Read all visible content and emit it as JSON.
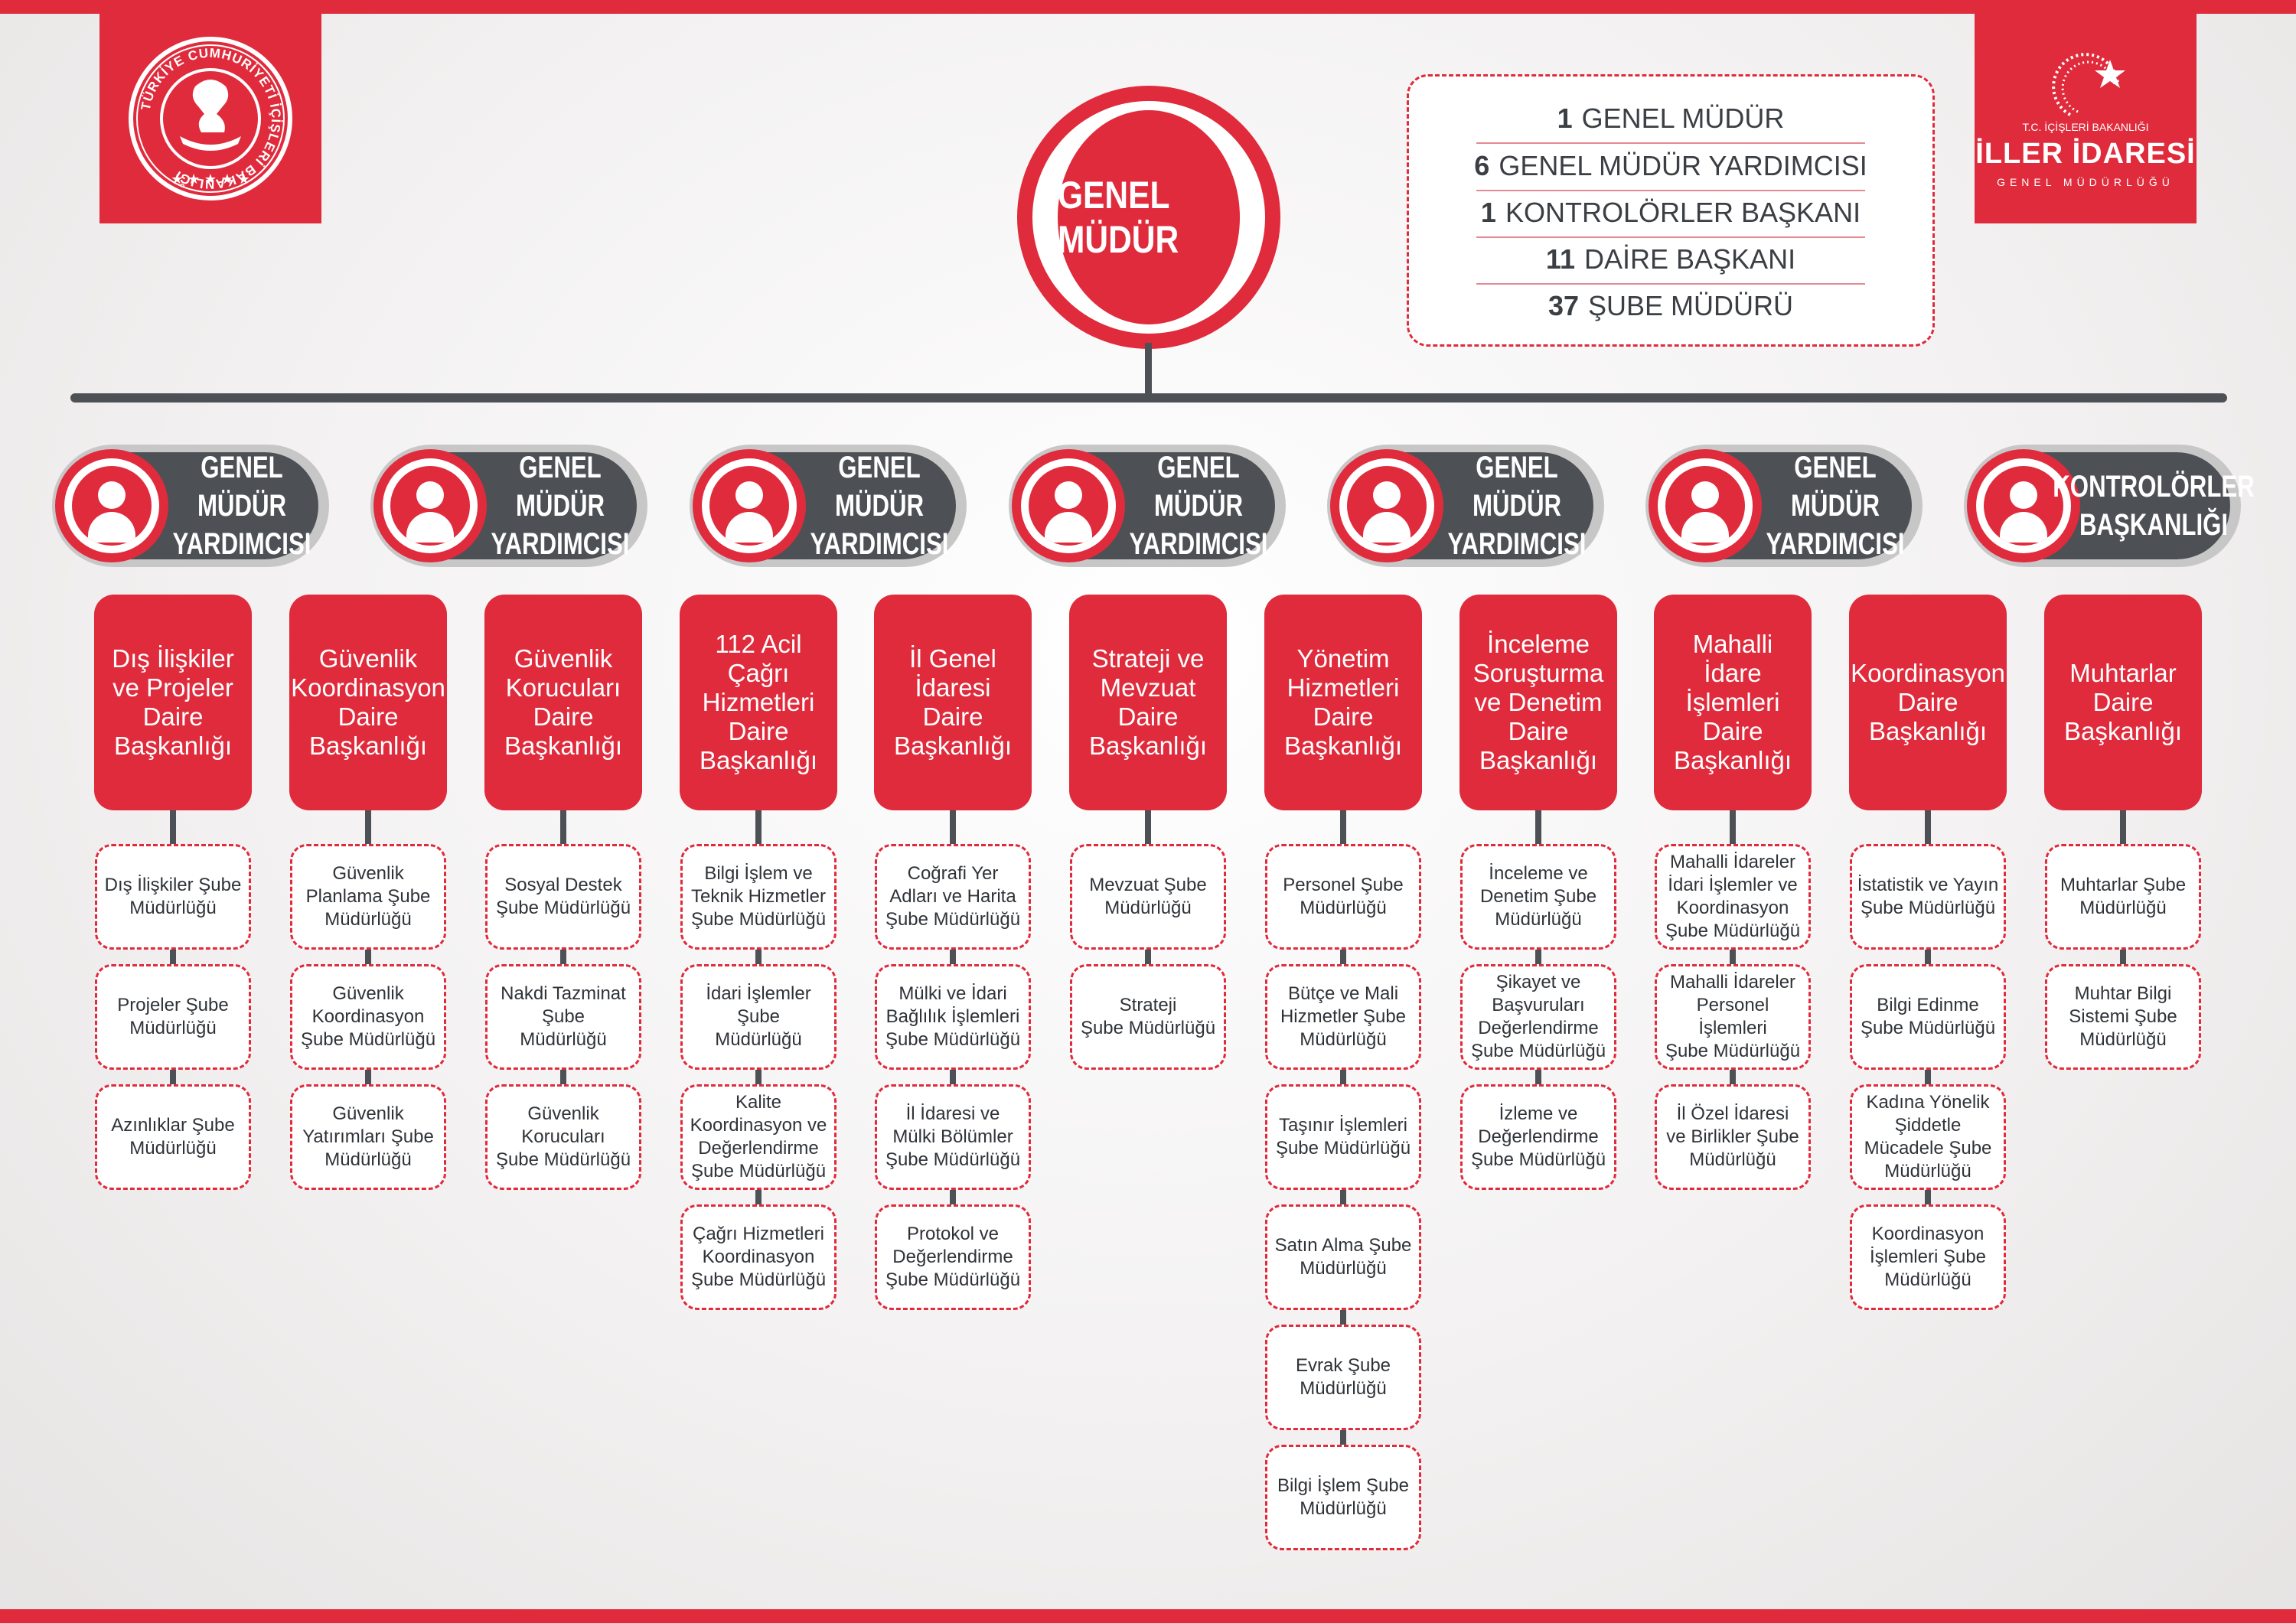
{
  "logo_left": {
    "seal_text": "TÜRKİYE CUMHURİYETİ İÇİŞLERİ BAKANLIĞI"
  },
  "logo_right": {
    "ministry": "T.C. İÇİŞLERİ BAKANLIĞI",
    "name": "İLLER İDARESİ",
    "sub": "GENEL MÜDÜRLÜĞÜ"
  },
  "top": {
    "title": "GENEL MÜDÜR"
  },
  "summary": [
    {
      "count": "1",
      "label": "GENEL MÜDÜR"
    },
    {
      "count": "6",
      "label": "GENEL MÜDÜR YARDIMCISI"
    },
    {
      "count": "1",
      "label": "KONTROLÖRLER BAŞKANI"
    },
    {
      "count": "11",
      "label": "DAİRE BAŞKANI"
    },
    {
      "count": "37",
      "label": "ŞUBE MÜDÜRÜ"
    }
  ],
  "deputies": [
    {
      "line1": "GENEL MÜDÜR",
      "line2": "YARDIMCISI"
    },
    {
      "line1": "GENEL MÜDÜR",
      "line2": "YARDIMCISI"
    },
    {
      "line1": "GENEL MÜDÜR",
      "line2": "YARDIMCISI"
    },
    {
      "line1": "GENEL MÜDÜR",
      "line2": "YARDIMCISI"
    },
    {
      "line1": "GENEL MÜDÜR",
      "line2": "YARDIMCISI"
    },
    {
      "line1": "GENEL MÜDÜR",
      "line2": "YARDIMCISI"
    },
    {
      "line1": "KONTROLÖRLER",
      "line2": "BAŞKANLIĞI"
    }
  ],
  "departments": [
    {
      "name": "Dış İlişkiler\nve Projeler\nDaire\nBaşkanlığı",
      "units": [
        "Dış İlişkiler Şube\nMüdürlüğü",
        "Projeler Şube\nMüdürlüğü",
        "Azınlıklar Şube\nMüdürlüğü"
      ]
    },
    {
      "name": "Güvenlik\nKoordinasyon\nDaire\nBaşkanlığı",
      "units": [
        "Güvenlik\nPlanlama Şube\nMüdürlüğü",
        "Güvenlik\nKoordinasyon\nŞube Müdürlüğü",
        "Güvenlik\nYatırımları Şube\nMüdürlüğü"
      ]
    },
    {
      "name": "Güvenlik\nKorucuları\nDaire\nBaşkanlığı",
      "units": [
        "Sosyal Destek\nŞube Müdürlüğü",
        "Nakdi Tazminat\nŞube\nMüdürlüğü",
        "Güvenlik\nKorucuları\nŞube Müdürlüğü"
      ]
    },
    {
      "name": "112 Acil\nÇağrı\nHizmetleri\nDaire\nBaşkanlığı",
      "units": [
        "Bilgi İşlem ve\nTeknik Hizmetler\nŞube Müdürlüğü",
        "İdari İşlemler\nŞube\nMüdürlüğü",
        "Kalite\nKoordinasyon ve\nDeğerlendirme\nŞube Müdürlüğü",
        "Çağrı Hizmetleri\nKoordinasyon\nŞube Müdürlüğü"
      ]
    },
    {
      "name": "İl Genel\nİdaresi\nDaire\nBaşkanlığı",
      "units": [
        "Coğrafi Yer\nAdları ve Harita\nŞube Müdürlüğü",
        "Mülki ve İdari\nBağlılık İşlemleri\nŞube Müdürlüğü",
        "İl İdaresi ve\nMülki Bölümler\nŞube Müdürlüğü",
        "Protokol ve\nDeğerlendirme\nŞube Müdürlüğü"
      ]
    },
    {
      "name": "Strateji ve\nMevzuat\nDaire\nBaşkanlığı",
      "units": [
        "Mevzuat Şube\nMüdürlüğü",
        "Strateji\nŞube Müdürlüğü"
      ]
    },
    {
      "name": "Yönetim\nHizmetleri\nDaire\nBaşkanlığı",
      "units": [
        "Personel Şube\nMüdürlüğü",
        "Bütçe ve Mali\nHizmetler Şube\nMüdürlüğü",
        "Taşınır İşlemleri\nŞube Müdürlüğü",
        "Satın Alma Şube\nMüdürlüğü",
        "Evrak Şube\nMüdürlüğü",
        "Bilgi İşlem Şube\nMüdürlüğü"
      ]
    },
    {
      "name": "İnceleme\nSoruşturma\nve Denetim\nDaire\nBaşkanlığı",
      "units": [
        "İnceleme ve\nDenetim Şube\nMüdürlüğü",
        "Şikayet ve\nBaşvuruları\nDeğerlendirme\nŞube Müdürlüğü",
        "İzleme ve\nDeğerlendirme\nŞube Müdürlüğü"
      ]
    },
    {
      "name": "Mahalli\nİdare\nİşlemleri\nDaire\nBaşkanlığı",
      "units": [
        "Mahalli İdareler\nİdari İşlemler ve\nKoordinasyon\nŞube Müdürlüğü",
        "Mahalli İdareler\nPersonel İşlemleri\nŞube  Müdürlüğü",
        "İl Özel İdaresi\nve Birlikler Şube\nMüdürlüğü"
      ]
    },
    {
      "name": "Koordinasyon\nDaire\nBaşkanlığı",
      "units": [
        "İstatistik ve Yayın\nŞube Müdürlüğü",
        "Bilgi Edinme\nŞube Müdürlüğü",
        "Kadına Yönelik\nŞiddetle\nMücadele Şube\nMüdürlüğü",
        "Koordinasyon\nİşlemleri Şube\nMüdürlüğü"
      ]
    },
    {
      "name": "Muhtarlar\nDaire\nBaşkanlığı",
      "units": [
        "Muhtarlar Şube\nMüdürlüğü",
        "Muhtar Bilgi\nSistemi Şube\nMüdürlüğü"
      ]
    }
  ]
}
